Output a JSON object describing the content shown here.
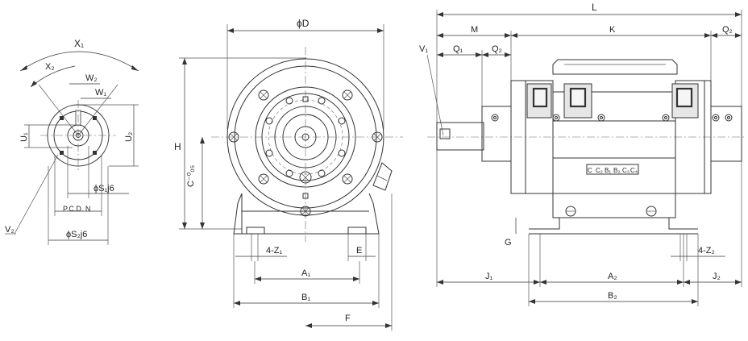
{
  "drawing": {
    "left_view": {
      "x1": "X₁",
      "x2": "X₂",
      "w2": "W₂",
      "w1": "W₁",
      "u1": "U₁",
      "u2": "U₂",
      "s1": "ϕS₁j6",
      "pcd": "P.C.D. N",
      "v2": "V₂",
      "s2": "ϕS₂j6"
    },
    "front_view": {
      "d": "ϕD",
      "h": "H",
      "c": "C⁻⁰₀₅",
      "z1": "4-Z₁",
      "e": "E",
      "a1": "A₁",
      "b1": "B₁",
      "f": "F"
    },
    "side_view": {
      "l": "L",
      "m": "M",
      "k": "K",
      "q2_top": "Q₂",
      "v1": "V₁",
      "q1": "Q₁",
      "q2": "Q₂",
      "terminals": [
        "C",
        "C₂",
        "B₁",
        "B₂",
        "C₃",
        "C₄"
      ],
      "g": "G",
      "z2": "4-Z₂",
      "j1": "J₁",
      "a2": "A₂",
      "j2": "J₂",
      "b2": "B₂"
    }
  }
}
